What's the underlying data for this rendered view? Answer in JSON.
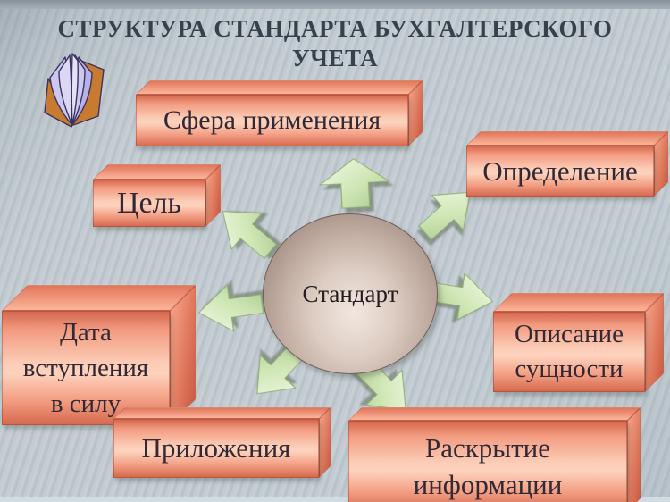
{
  "slide": {
    "title_line1": "СТРУКТУРА СТАНДАРТА БУХГАЛТЕРСКОГО",
    "title_line2": "УЧЕТА",
    "center_label": "Стандарт"
  },
  "boxes": {
    "sfera": {
      "label": "Сфера применения"
    },
    "opredelenie": {
      "label": "Определение"
    },
    "tsel": {
      "label": "Цель"
    },
    "data_vstupleniya": {
      "label": "Дата вступления в силу",
      "lines": [
        "Дата",
        "вступления",
        "в силу"
      ]
    },
    "opisanie": {
      "label": "Описание сущности",
      "lines": [
        "Описание",
        "сущности"
      ]
    },
    "prilozheniya": {
      "label": "Приложения"
    },
    "raskrytie": {
      "label": "Раскрытие информации",
      "lines": [
        "Раскрытие",
        "информации"
      ]
    }
  },
  "icons": {
    "book": "book-icon",
    "arrows": [
      "arrow-up-icon",
      "arrow-up-left-icon",
      "arrow-up-right-icon",
      "arrow-left-icon",
      "arrow-right-icon",
      "arrow-down-left-icon",
      "arrow-down-right-icon"
    ]
  },
  "colors": {
    "background": "#c2cbd1",
    "box_salmon_light": "#fccdb7",
    "box_salmon_dark": "#d5684f",
    "arrow_green_light": "#eef7e1",
    "arrow_green_dark": "#a9c98d",
    "ellipse_center": "#f1e7e0",
    "ellipse_edge": "#8b776e",
    "title_text": "#36424b",
    "box_text": "#322936"
  }
}
